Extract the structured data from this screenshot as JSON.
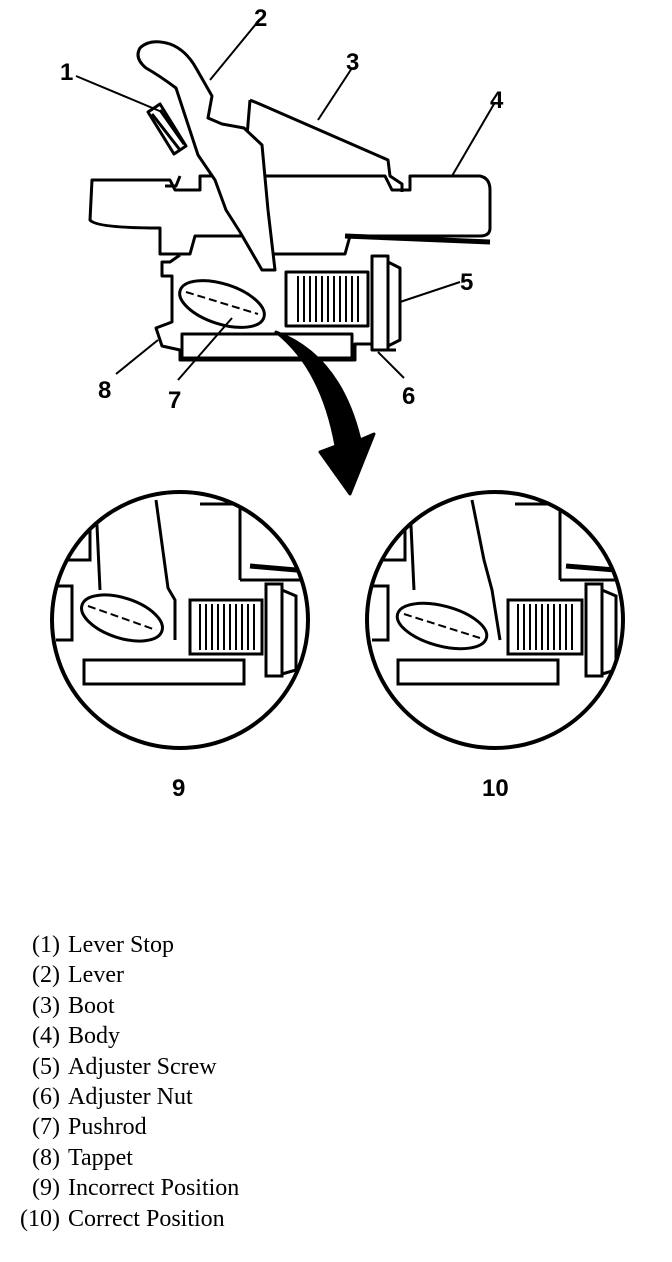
{
  "callouts": {
    "c1": "1",
    "c2": "2",
    "c3": "3",
    "c4": "4",
    "c5": "5",
    "c6": "6",
    "c7": "7",
    "c8": "8"
  },
  "details": {
    "incorrect": "9",
    "correct": "10"
  },
  "legend": [
    {
      "num": "(1)",
      "text": "Lever Stop"
    },
    {
      "num": "(2)",
      "text": "Lever"
    },
    {
      "num": "(3)",
      "text": "Boot"
    },
    {
      "num": "(4)",
      "text": "Body"
    },
    {
      "num": "(5)",
      "text": "Adjuster Screw"
    },
    {
      "num": "(6)",
      "text": "Adjuster Nut"
    },
    {
      "num": "(7)",
      "text": "Pushrod"
    },
    {
      "num": "(8)",
      "text": "Tappet"
    },
    {
      "num": "(9)",
      "text": "Incorrect Position"
    },
    {
      "num": "(10)",
      "text": "Correct Position"
    }
  ]
}
